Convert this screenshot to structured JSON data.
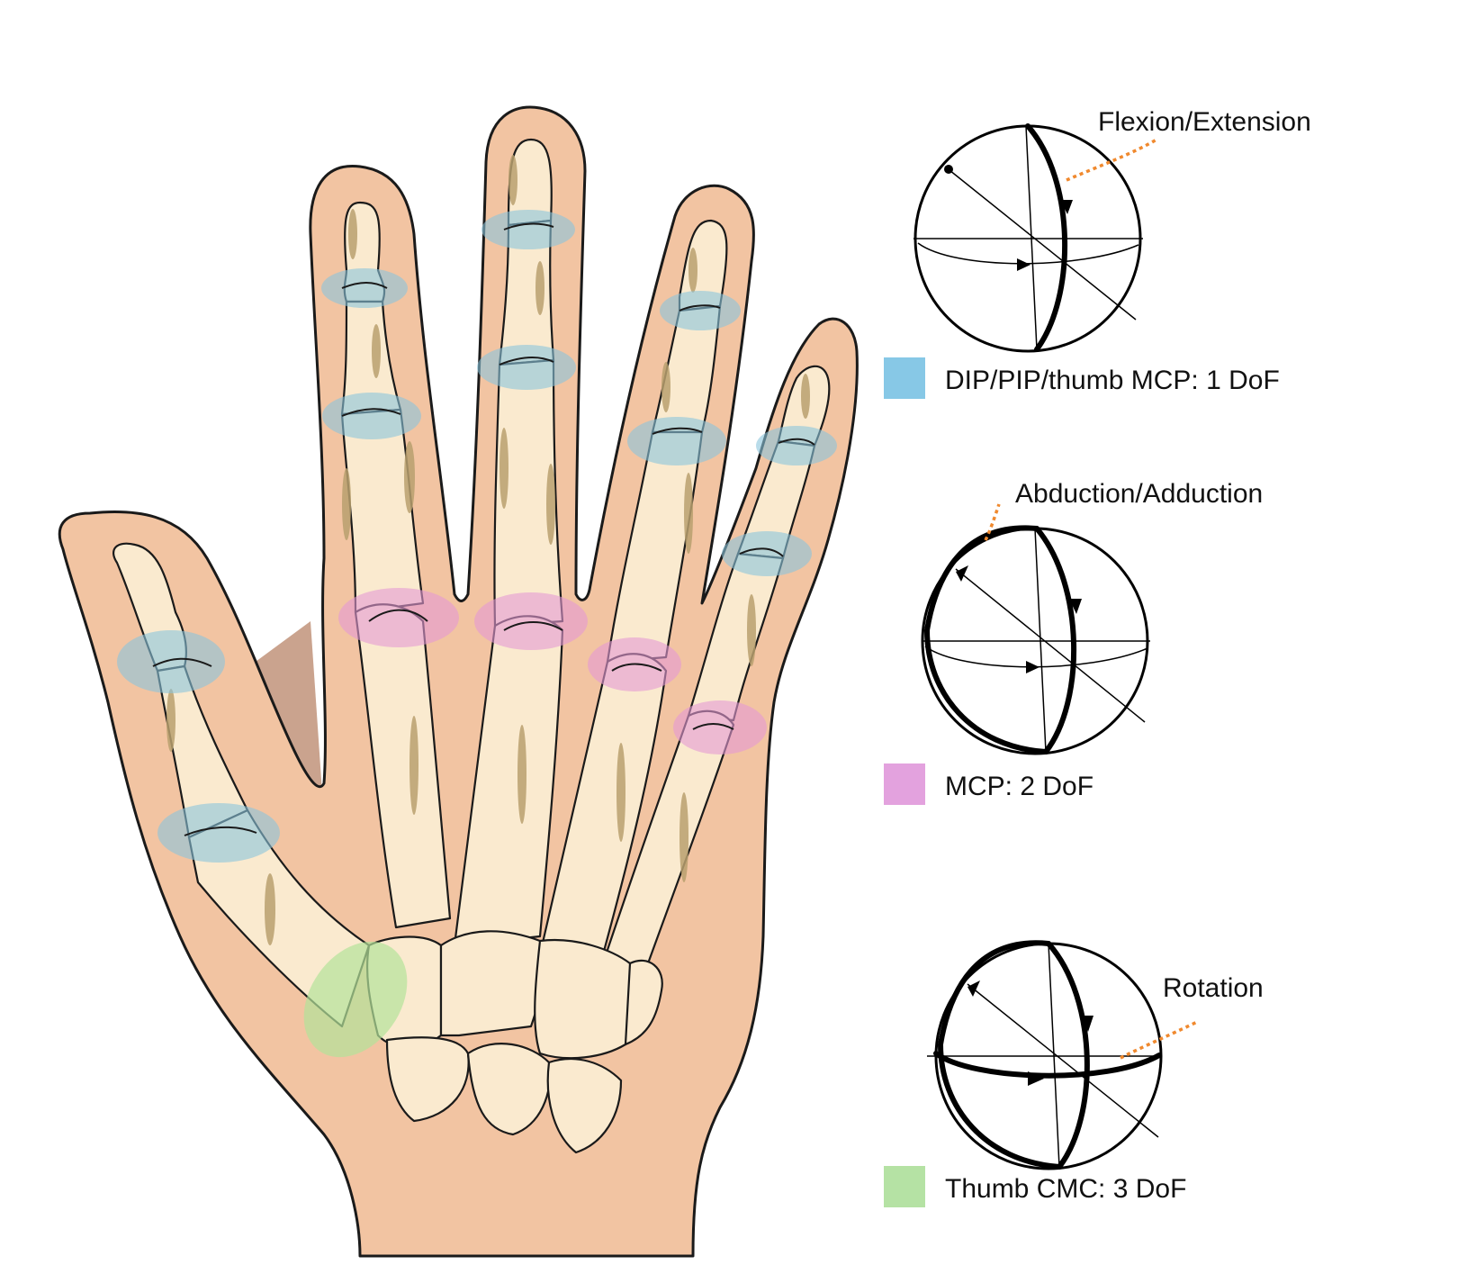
{
  "diagram": {
    "dof_diagrams": [
      {
        "id": "flexion",
        "label": "Flexion/Extension"
      },
      {
        "id": "abduction",
        "label": "Abduction/Adduction"
      },
      {
        "id": "rotation",
        "label": "Rotation"
      }
    ],
    "legend": [
      {
        "id": "blue",
        "color": "#87c8e6",
        "label": "DIP/PIP/thumb MCP: 1 DoF"
      },
      {
        "id": "pink",
        "color": "#e3a2de",
        "label": "MCP: 2 DoF"
      },
      {
        "id": "green",
        "color": "#b5e2a4",
        "label": "Thumb CMC: 3 DoF"
      }
    ],
    "joint_colors": {
      "one_dof": "#8ac5dc",
      "two_dof": "#e49ad4",
      "three_dof": "#b4e29a"
    },
    "accent_color": "#f0892e"
  }
}
